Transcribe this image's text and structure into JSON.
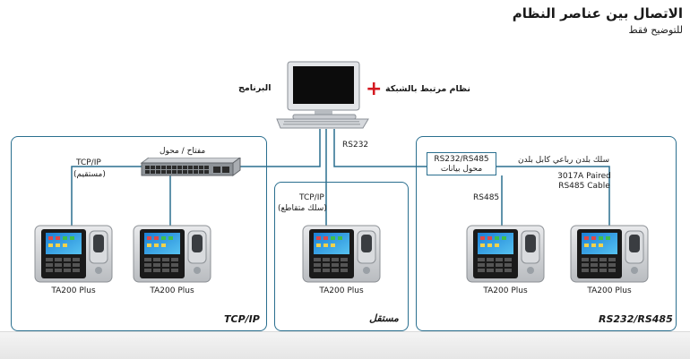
{
  "header": {
    "title": "الاتصال بين عناصر النظام",
    "subtitle": "للتوضيح فقط"
  },
  "top": {
    "software_label": "البرنامج",
    "network_system_label": "نظام مرتبط بالشبكة",
    "rs232_label": "RS232"
  },
  "left_panel": {
    "switch_label": "مفتاح / محول",
    "tcpip_label": "TCP/IP",
    "tcpip_sub": "(مستقيم)",
    "device_names": [
      "TA200 Plus",
      "TA200 Plus"
    ],
    "panel_label": "TCP/IP"
  },
  "middle_panel": {
    "tcpip_label": "TCP/IP",
    "tcpip_sub": "(سلك متقاطع)",
    "device_names": [
      "TA200 Plus"
    ],
    "panel_label": "مستقل"
  },
  "right_panel": {
    "converter_line1": "RS232/RS485",
    "converter_line2": "محول بيانات",
    "cable_label": "سلك بلدن رباعي كابل بلدن",
    "rs485_label": "RS485",
    "paired_line1": "3017A Paired",
    "paired_line2": "RS485 Cable",
    "device_names": [
      "TA200 Plus",
      "TA200 Plus"
    ],
    "panel_label": "RS232/RS485"
  },
  "colors": {
    "panel_border": "#2a6f8f",
    "line": "#2a6f8f",
    "plus": "#d41920"
  }
}
